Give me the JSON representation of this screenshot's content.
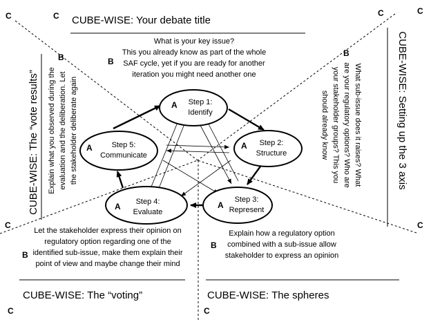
{
  "corners": {
    "letter": "C"
  },
  "titles": {
    "top": "CUBE-WISE: Your debate title",
    "left": "CUBE-WISE: The “vote results”",
    "right": "CUBE-WISE: Setting up the 3 axis",
    "bottom_left": "CUBE-WISE: The “voting”",
    "bottom_right": "CUBE-WISE: The spheres"
  },
  "markers": {
    "a": "A",
    "b": "B"
  },
  "texts": {
    "top": [
      "What is your key issue?",
      "This you already know as part of the whole",
      "SAF cycle, yet if you are ready for another",
      "iteration you might need another one"
    ],
    "left": [
      "Explain what you observed during the",
      "evaluation and the deliberation. Let",
      "the stakeholder deliberate again"
    ],
    "right": [
      "What sub-issue does it raises? What",
      "are your regulatory options? Who are",
      "your stakeholder groups? This you",
      "should already know"
    ],
    "bottom_left": [
      "Let the stakeholder express their opinion on",
      "regulatory option regarding one of the",
      "identified sub-issue, make them explain their",
      "point of view and maybe change their mind"
    ],
    "bottom_right": [
      "Explain how a regulatory option",
      "combined with a sub-issue allow",
      "stakeholder to express an opinion"
    ]
  },
  "steps": [
    {
      "line1": "Step 1:",
      "line2": "Identify"
    },
    {
      "line1": "Step 2:",
      "line2": "Structure"
    },
    {
      "line1": "Step 3:",
      "line2": "Represent"
    },
    {
      "line1": "Step 4:",
      "line2": "Evaluate"
    },
    {
      "line1": "Step 5:",
      "line2": "Communicate"
    }
  ]
}
